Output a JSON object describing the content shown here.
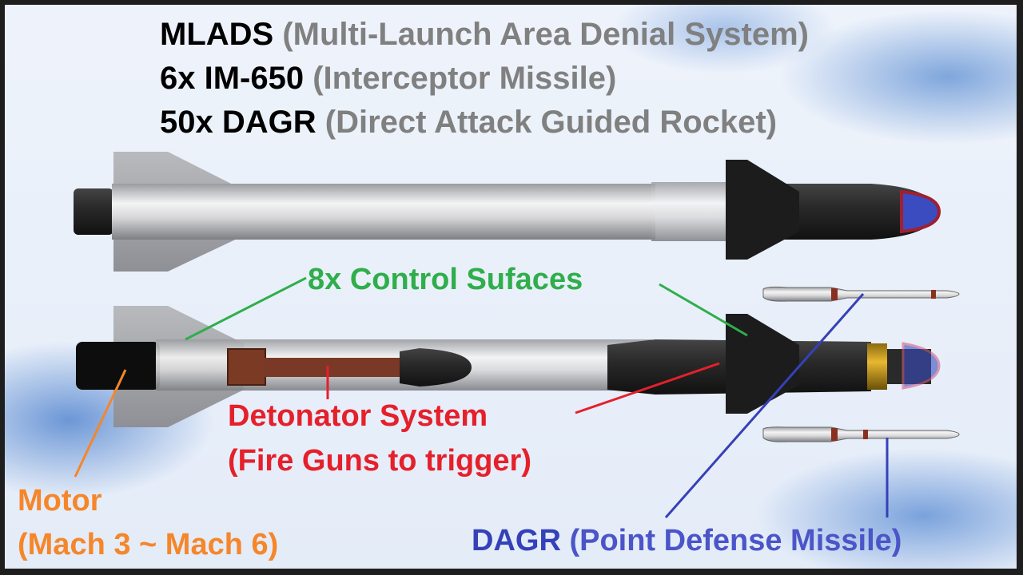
{
  "title_lines": [
    {
      "key": "MLADS",
      "desc": "(Multi-Launch Area Denial System)"
    },
    {
      "key": "6x IM-650",
      "desc": "(Interceptor Missile)"
    },
    {
      "key": "50x DAGR",
      "desc": "(Direct Attack Guided Rocket)"
    }
  ],
  "labels": {
    "control_surfaces": "8x Control Sufaces",
    "detonator_line1": "Detonator System",
    "detonator_line2": "(Fire Guns to trigger)",
    "motor_line1": "Motor",
    "motor_line2": "(Mach 3 ~ Mach 6)",
    "dagr_key": "DAGR",
    "dagr_desc": "(Point Defense Missile)"
  },
  "colors": {
    "control_surfaces": "#2fae4b",
    "detonator": "#e5202b",
    "motor": "#f5862a",
    "dagr": "#4b55c8"
  }
}
